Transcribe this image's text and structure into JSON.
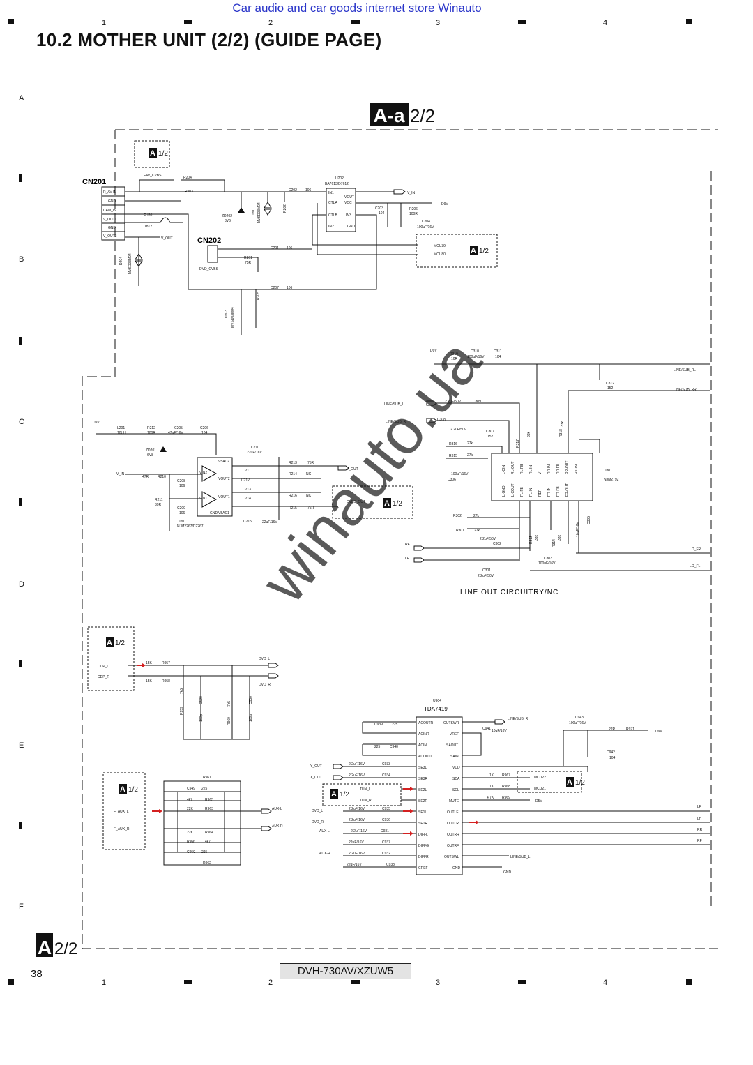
{
  "header": {
    "store_link": "Car audio and car goods internet store Winauto",
    "title": "10.2  MOTHER UNIT (2/2) (GUIDE PAGE)",
    "columns": [
      "1",
      "2",
      "3",
      "4"
    ],
    "rows": [
      "A",
      "B",
      "C",
      "D",
      "E",
      "F"
    ]
  },
  "footer": {
    "page_number": "38",
    "model": "DVH-730AV/XZUW5",
    "columns": [
      "1",
      "2",
      "3",
      "4"
    ]
  },
  "diagram": {
    "sheet_badge_letters": "A-a",
    "sheet_badge_fraction": "2/2",
    "bottom_badge_letter": "A",
    "bottom_badge_fraction": "2/2",
    "ref_letter": "A",
    "ref_fraction": "1/2",
    "watermark": "winauto.ua",
    "section_title": "LINE OUT CIRCUITRY/NC",
    "connectors": {
      "cn201": "CN201",
      "cn202": "CN202",
      "cn201_pins": [
        "R_AV IN",
        "GND",
        "CAM_IN",
        "V_OUT1",
        "GND",
        "V_OUT2"
      ]
    },
    "ics": {
      "u202": "U202",
      "u202_part": "BA7613/D7612",
      "u201": "U201",
      "u201_part": "NJM2267/D2267",
      "u301": "U301",
      "u301_part": "NJM2792",
      "u904": "U904",
      "u904_part": "TDA7419"
    },
    "u904_left_pins": [
      "ACOUTR",
      "ACINR",
      "ACINL",
      "ACOUTL",
      "SE3L",
      "SE3R",
      "SE2L",
      "SE2R",
      "SE1L",
      "SE1R",
      "DIFFL",
      "DIFFG",
      "DIFFR",
      "CREF"
    ],
    "u904_right_pins": [
      "OUTSWR",
      "VREF",
      "SAOUT",
      "SAIN",
      "VDD",
      "SDA",
      "SCL",
      "MUTE",
      "OUTLF",
      "OUTLR",
      "OUTRR",
      "OUTRF",
      "OUTSWL",
      "GND"
    ],
    "u301_pins": [
      "L-CIN",
      "RL-OUT",
      "RL-FB",
      "RL-IN",
      "V+",
      "RR-IN",
      "RR-FB",
      "RR-OUT",
      "R-CIN",
      "L-GND",
      "L-COUT",
      "FL-FB",
      "FL-IN",
      "REF",
      "FR-IN",
      "FR-FB",
      "FR-OUT"
    ],
    "signals": {
      "fav_cvbs": "FAV_CVBS",
      "v_in": "V_IN",
      "v_out": "V_OUT",
      "v_out2": "V_OUT2",
      "dvd_cvbs": "DVD_CVBS",
      "mcu39": "MCU39",
      "mcu80": "MCU80",
      "d9v": "D9V",
      "line_sub_rl": "LINE/SUB_RL",
      "line_sub_rr": "LINE/SUB_RR",
      "line_sub_l": "LINE/SUB_L",
      "line_sub_r": "LINE/SUB_R",
      "lo_fr": "LO_FR",
      "lo_fl": "LO_FL",
      "rf": "RF",
      "lf": "LF",
      "cdp_l": "CDP_L",
      "cdp_r": "CDP_R",
      "dvd_l": "DVD_L",
      "dvd_r": "DVD_R",
      "f_aux_l": "F_AUX_L",
      "f_aux_r": "F_AUX_R",
      "aux_l": "AUX-L",
      "aux_r": "AUX-R",
      "y_out": "Y_OUT",
      "x_out": "X_OUT",
      "tun_l": "TUN_L",
      "tun_r": "TUN_R",
      "mcu22": "MCU22",
      "mcu21": "MCU21",
      "d5v": "D5V",
      "gnd": "GND",
      "cvbs_out": "CVBS_OUT",
      "out_lf": "LF",
      "out_lr": "LR",
      "out_rr": "RR",
      "out_rf": "RF"
    },
    "parts": {
      "r204": "R204",
      "r203": "R203",
      "zd202": "ZD202",
      "zd202_val": "3V6",
      "d201": "D201",
      "r202": "R202",
      "c202": "C202",
      "c203": "C203",
      "c203_val": "104",
      "r206": "R206",
      "r206_val": "100R",
      "c204": "C204",
      "c204_val": "100uF/16V",
      "fu201": "FU201",
      "d204": "D204",
      "r201": "R201",
      "r201_val": "75R",
      "c201": "C201",
      "c207": "C207",
      "d203": "D203",
      "r205": "R205",
      "l201": "L201",
      "l201_val": "10UH",
      "r212": "R212",
      "r212_val": "100R",
      "c205": "C205",
      "c205_val": "47uF/16V",
      "c206": "C206",
      "c206_val": "104",
      "zd201": "ZD201",
      "zd201_val": "6V8",
      "r210": "R210",
      "r210_val": "47R",
      "c208": "C208",
      "c209": "C209",
      "r211": "R211",
      "r211_val": "39R",
      "c210": "C210",
      "c210_val": "22uF/16V",
      "c211": "C211",
      "c212": "C212",
      "c213": "C213",
      "c214": "C214",
      "c215": "C215",
      "c215_val": "22uF/16V",
      "r213": "R213",
      "r213_val": "75R",
      "r214": "R214",
      "r216": "R216",
      "r215": "R215",
      "r215_val": "75R",
      "r319": "R319",
      "r319_val": "10R",
      "c310": "C310",
      "c310_val": "100uF/16V",
      "c311": "C311",
      "c311_val": "104",
      "c312": "C312",
      "c312_val": "152",
      "c309": "C309",
      "c309_val": "2.2uF/50V",
      "c308": "C308",
      "c308_val": "2.2uF/50V",
      "r317": "R317",
      "r318": "R318",
      "c307": "C307",
      "c307_val": "152",
      "r316": "R316",
      "r315": "R315",
      "c306": "C306",
      "c306_val": "100uF/16V",
      "r302": "R302",
      "r301": "R301",
      "c302": "C302",
      "c302_val": "2.2uF/50V",
      "c301": "C301",
      "c301_val": "2.2uF/50V",
      "r313": "R313",
      "r314": "R314",
      "c303": "C303",
      "c303_val": "100uF/16V",
      "c305": "C305",
      "r957": "R957",
      "r958": "R958",
      "r959": "R959",
      "r960": "R960",
      "c529": "C529",
      "c530": "C530",
      "r957_val": "15K",
      "r958_val": "15K",
      "r959_val": "7k5",
      "r960_val": "7k5",
      "c529_val": "100p",
      "c530_val": "100p",
      "r961": "R961",
      "r962": "R962",
      "r963": "R963",
      "r964": "R964",
      "r965": "R965",
      "r966": "R966",
      "c949": "C949",
      "c950": "C950",
      "r963_val": "22K",
      "r964_val": "22K",
      "r965_val": "4k7",
      "r966_val": "4k7",
      "c939": "C939",
      "c940": "C940",
      "c933": "C933",
      "c934": "C934",
      "c935": "C935",
      "c936": "C936",
      "c931": "C931",
      "c937": "C937",
      "c932": "C932",
      "c938": "C938",
      "c941": "C941",
      "c942": "C942",
      "c942_val": "104",
      "c943": "C943",
      "c943_val": "100uF/16V",
      "r967": "R967",
      "r968": "R968",
      "r969": "R969",
      "r971": "R971",
      "r971_val": "22R",
      "r967_val": "1K",
      "r968_val": "1K",
      "r969_val": "4.7K",
      "v225": "225",
      "v2u2": "2.2uF/16V",
      "v22u": "22uF/16V",
      "v106": "106",
      "v27k": "27k",
      "v33k": "33k",
      "v10u": "10uF/16V",
      "v75r": "75R",
      "vnc": "NC",
      "v5vc": "V5AC1",
      "v5vc2": "V5AC2",
      "vin2": "VIN2",
      "vin1": "VIN1",
      "vout2": "VOUT2",
      "vout1": "VOUT1",
      "vplus": "V+",
      "gnd": "GND",
      "mvsd": "MVSD03M04",
      "v1812": "1812",
      "ctla": "CTLA",
      "ctlb": "CTLB",
      "in1": "IN1",
      "in2": "IN2",
      "in3": "IN3",
      "vcc": "VCC",
      "vout": "VOUT"
    }
  }
}
